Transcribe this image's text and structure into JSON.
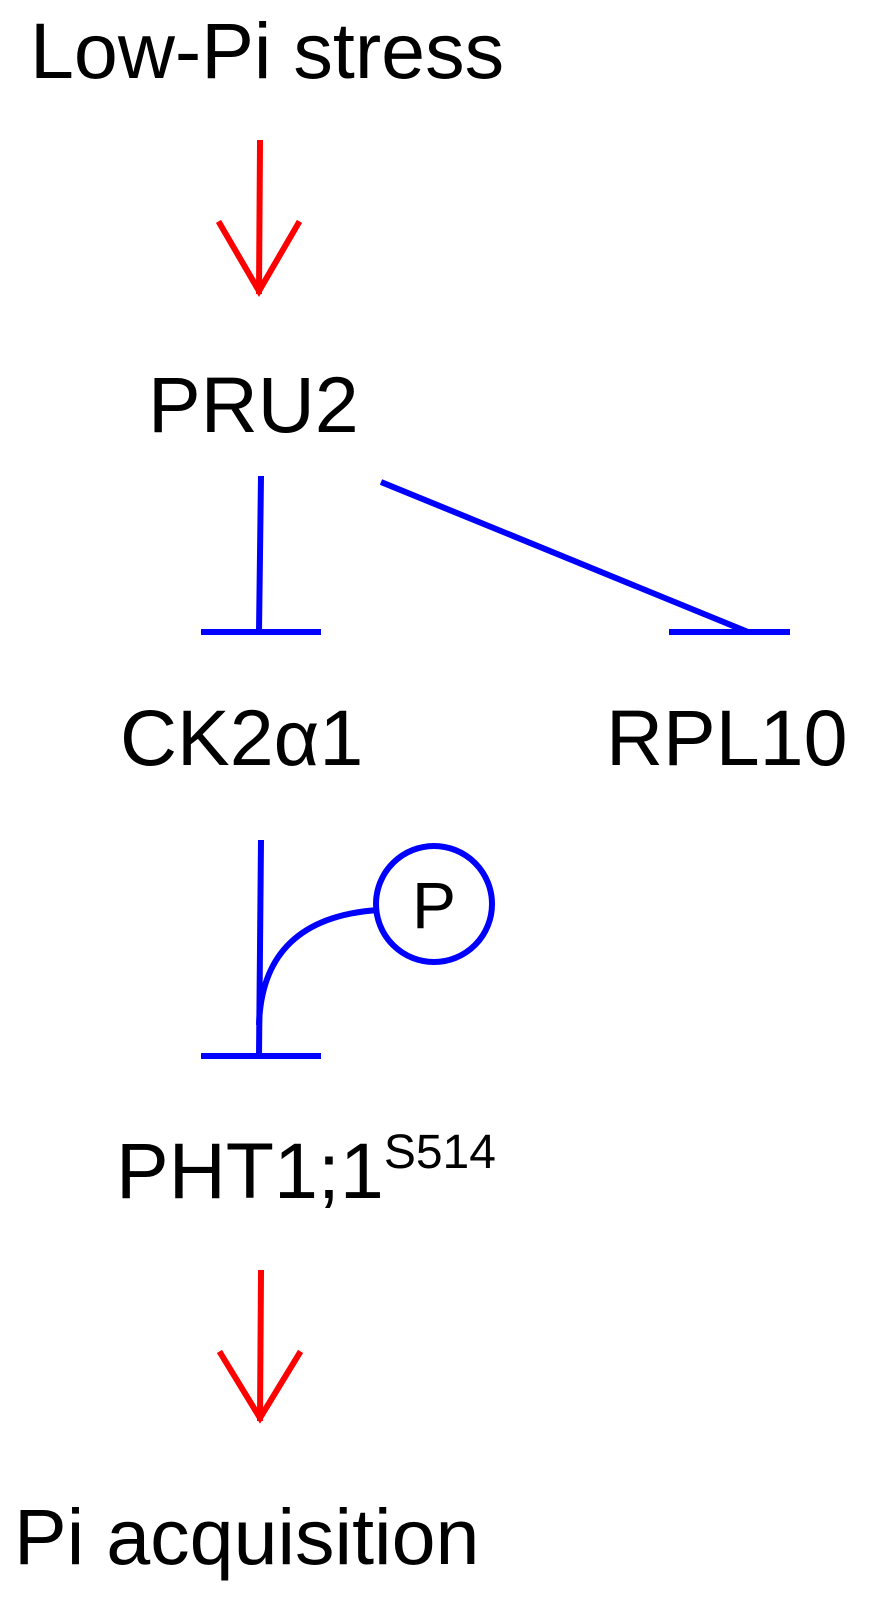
{
  "nodes": {
    "low_pi_stress": "Low-Pi stress",
    "pru2": "PRU2",
    "ck2a1": "CK2α1",
    "rpl10": "RPL10",
    "pht1": "PHT1;1",
    "pht1_site": "S514",
    "pi_acquisition": "Pi acquisition"
  },
  "phospho_label": "P",
  "colors": {
    "activation": "#ff0000",
    "inhibition": "#0000ff",
    "text": "#000000"
  },
  "edges": [
    {
      "from": "low_pi_stress",
      "to": "pru2",
      "type": "activation"
    },
    {
      "from": "pru2",
      "to": "ck2a1",
      "type": "inhibition"
    },
    {
      "from": "pru2",
      "to": "rpl10",
      "type": "inhibition"
    },
    {
      "from": "ck2a1",
      "to": "pht1",
      "type": "inhibition-phosphorylation"
    },
    {
      "from": "pht1",
      "to": "pi_acquisition",
      "type": "activation"
    }
  ]
}
